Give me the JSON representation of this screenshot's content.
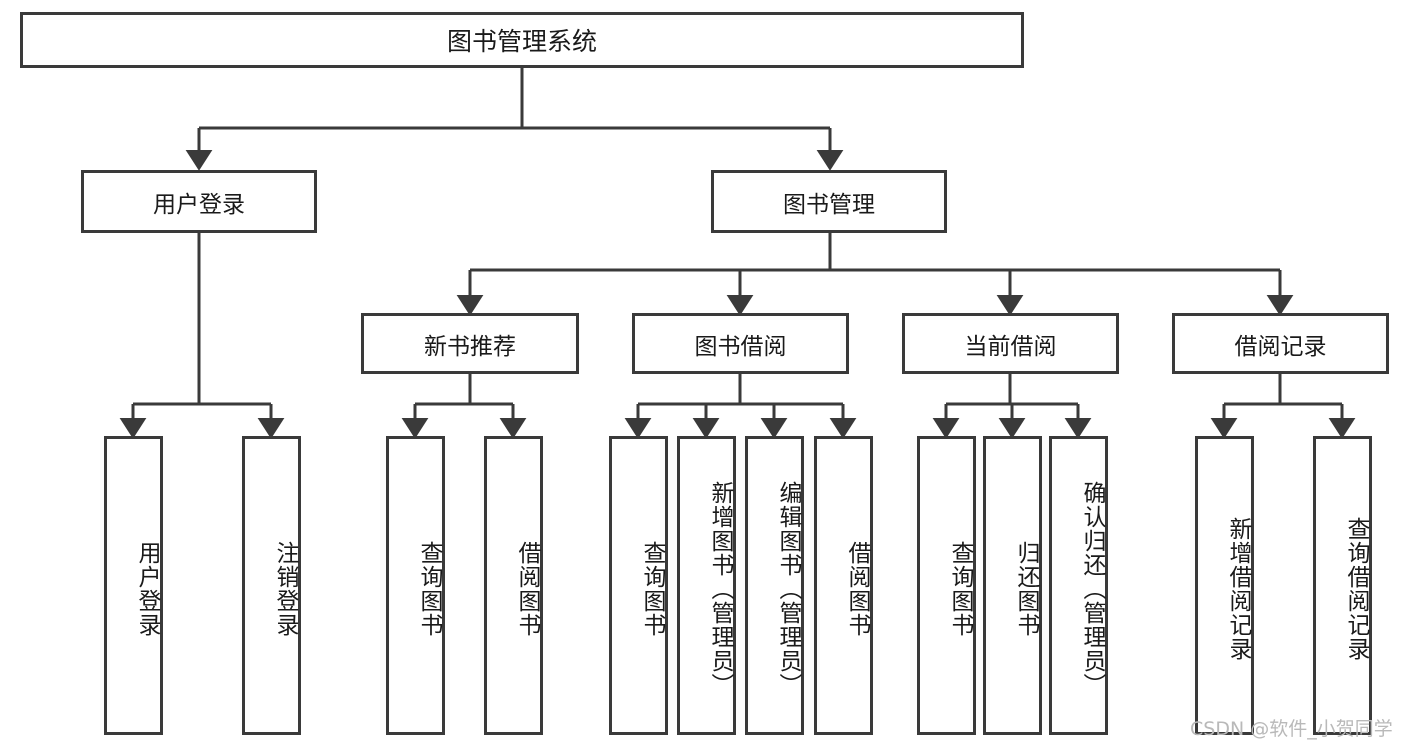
{
  "diagram": {
    "title": "图书管理系统",
    "watermark": "CSDN @软件_小贺同学",
    "colors": {
      "stroke": "#3a3a3a",
      "fill": "#ffffff",
      "text": "#1a1a1a",
      "watermark": "#b9b9b9",
      "background": "#ffffff"
    },
    "root": {
      "label": "图书管理系统"
    },
    "level2": [
      {
        "label": "用户登录"
      },
      {
        "label": "图书管理"
      }
    ],
    "level3": [
      {
        "label": "新书推荐"
      },
      {
        "label": "图书借阅"
      },
      {
        "label": "当前借阅"
      },
      {
        "label": "借阅记录"
      }
    ],
    "leaves": {
      "user_login": [
        {
          "label": "用户登录"
        },
        {
          "label": "注销登录"
        }
      ],
      "new_book_recommend": [
        {
          "label": "查询图书"
        },
        {
          "label": "借阅图书"
        }
      ],
      "book_borrow": [
        {
          "label": "查询图书"
        },
        {
          "label": "新增图书（管理员）"
        },
        {
          "label": "编辑图书（管理员）"
        },
        {
          "label": "借阅图书"
        }
      ],
      "current_borrow": [
        {
          "label": "查询图书"
        },
        {
          "label": "归还图书"
        },
        {
          "label": "确认归还（管理员）"
        }
      ],
      "borrow_record": [
        {
          "label": "新增借阅记录"
        },
        {
          "label": "查询借阅记录"
        }
      ]
    }
  }
}
